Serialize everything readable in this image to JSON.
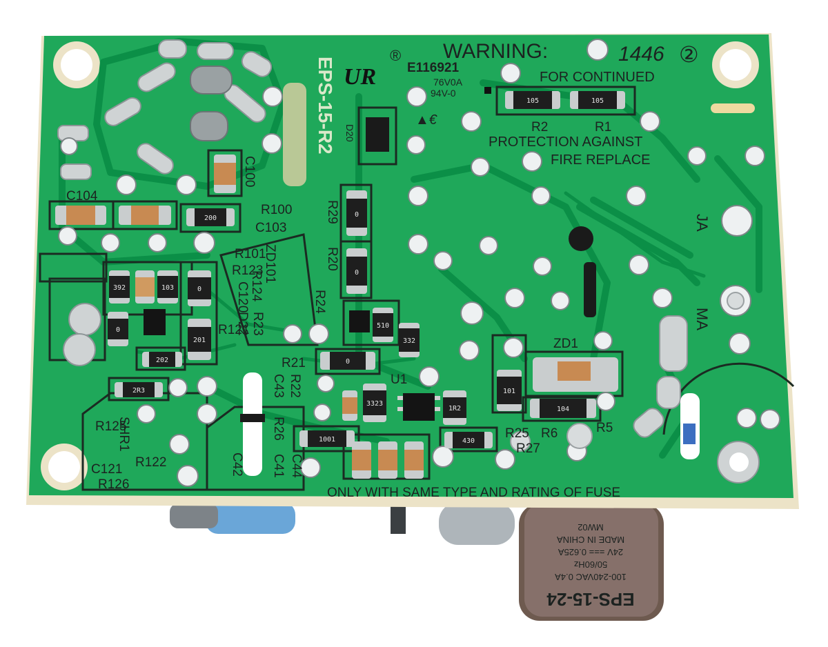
{
  "board": {
    "warning": "WARNING:",
    "date_code": "1446",
    "revision_mark": "②",
    "registered_mark": "®",
    "ul_file": "E116921",
    "rating_temp": "76V0A",
    "flammability": "94V-0",
    "model": "EPS-15-R2",
    "for_continued": "FOR CONTINUED",
    "protection_line": "PROTECTION AGAINST",
    "fire_replace": "FIRE REPLACE",
    "fuse_notice": "ONLY WITH SAME TYPE AND RATING OF FUSE",
    "side_label_1": "JA",
    "side_label_2": "MA"
  },
  "refdes": {
    "r1": "R1",
    "r2": "R2",
    "r5": "R5",
    "r6": "R6",
    "r20": "R20",
    "r21": "R21",
    "r22": "R22",
    "r23": "R23",
    "r24": "R24",
    "r25": "R25",
    "r26": "R26",
    "r27": "R27",
    "r29": "R29",
    "r100": "R100",
    "r101": "R101",
    "r121": "R121",
    "r122": "R122",
    "r123": "R123",
    "r124": "R124",
    "r125": "R125",
    "r126": "R126",
    "c41": "C41",
    "c42": "C42",
    "c43": "C43",
    "c44": "C44",
    "c100": "C100",
    "c103": "C103",
    "c104": "C104",
    "c120": "C120",
    "c121": "C121",
    "d20": "D20",
    "d22": "D22",
    "zd1": "ZD1",
    "zd101": "ZD101",
    "u1": "U1",
    "shr1": "SHR1"
  },
  "part_codes": {
    "r1": "105",
    "r2": "105",
    "r100": "200",
    "r29": "0",
    "r20": "0",
    "r21": "0",
    "r24": "510",
    "r101": "0",
    "r121": "201",
    "r123": "202",
    "r125": "2R3",
    "r122": "1001",
    "r27": "430",
    "u1": "3323",
    "zd1": "104",
    "r6": "101",
    "r5": "1R2",
    "zd101": "103",
    "c120": "392",
    "r126": "0",
    "r22": "332"
  },
  "transformer_label": {
    "model": "EPS-15-24",
    "input": "100-240VAC 0.4A",
    "frequency": "50/60Hz",
    "output": "24V === 0.625A",
    "origin": "MADE IN CHINA",
    "code": "MW02"
  }
}
